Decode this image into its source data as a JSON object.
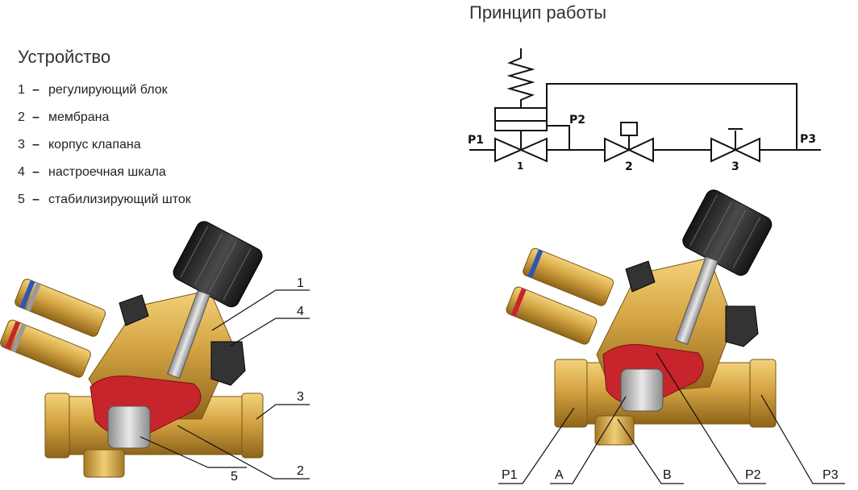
{
  "device": {
    "title": "Устройство",
    "parts": [
      {
        "num": "1",
        "dash": "–",
        "name": "регулирующий блок"
      },
      {
        "num": "2",
        "dash": "–",
        "name": "мембрана"
      },
      {
        "num": "3",
        "dash": "–",
        "name": "корпус клапана"
      },
      {
        "num": "4",
        "dash": "–",
        "name": "настроечная шкала"
      },
      {
        "num": "5",
        "dash": "–",
        "name": "стабилизирующий шток"
      }
    ],
    "callouts": [
      "1",
      "4",
      "3",
      "2",
      "5"
    ]
  },
  "principle": {
    "title": "Принцип работы",
    "schematic": {
      "p1": "P1",
      "p2": "P2",
      "p3": "P3",
      "valve1": "1",
      "valve2": "2",
      "valve3": "3"
    },
    "callouts": [
      "P1",
      "A",
      "B",
      "P2",
      "P3"
    ]
  },
  "colors": {
    "brass": "#c89a3c",
    "brass_dark": "#8a6418",
    "membrane": "#c8242c",
    "handle": "#2b2b2b",
    "line": "#111111"
  }
}
